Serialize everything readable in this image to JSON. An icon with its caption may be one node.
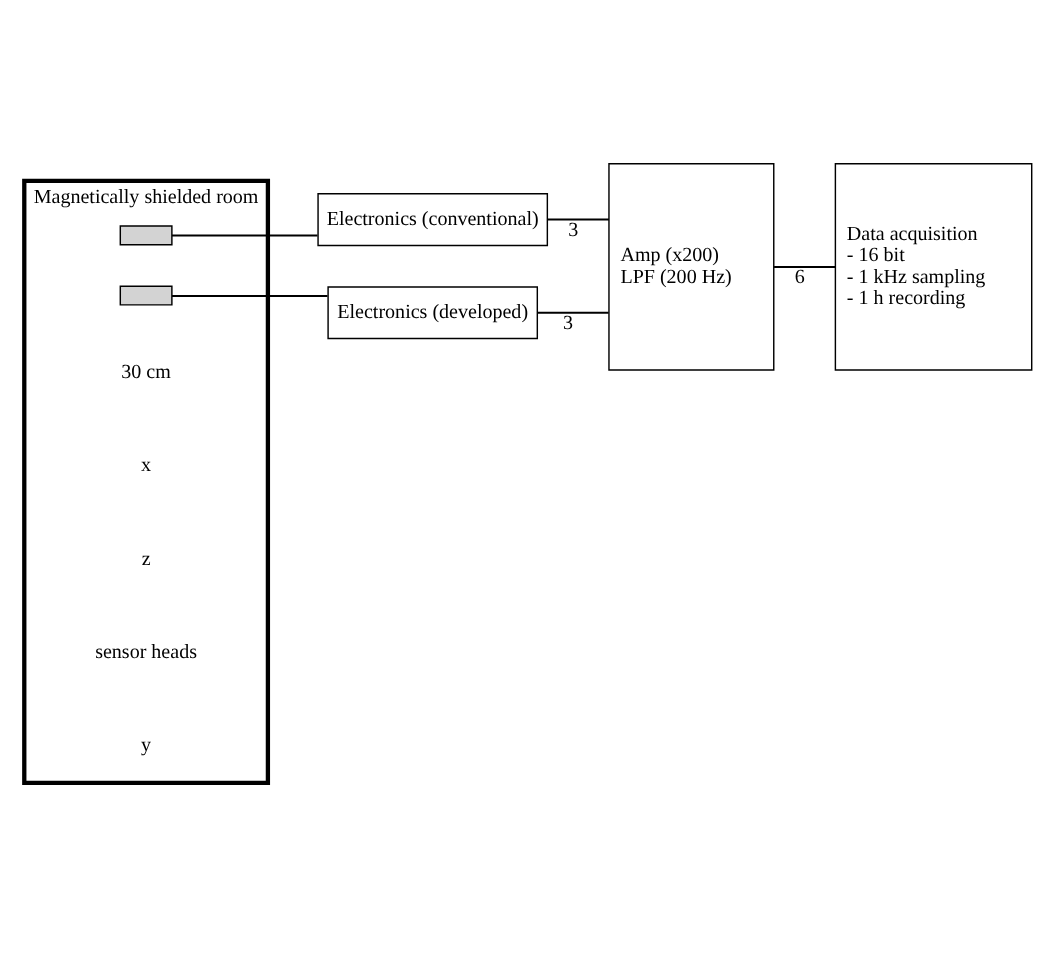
{
  "diagram": {
    "nodes": [
      {
        "text": [
          "Magnetically shielded room"
        ]
      },
      {
        "text": [],
        "shape": "box",
        "in": 0
      },
      {
        "text": [],
        "shape": "box",
        "in": 0
      },
      {
        "text": [
          "Electronics (conventional)"
        ]
      },
      {
        "text": [
          "Electronics (developed)"
        ]
      },
      {
        "text": [
          "Amp (x200)",
          "LPF (200 Hz)"
        ]
      },
      {
        "text": [
          "Data acquisition",
          "- 16 bit",
          "- 1 kHz sampling",
          "- 1 h recording"
        ]
      }
    ],
    "edges": [
      {
        "from": 1,
        "to": 3,
        "arrow": "none"
      },
      {
        "from": 2,
        "to": 4,
        "arrow": "none"
      },
      {
        "from": 3,
        "to": 5,
        "arrow": "none",
        "label": "3"
      },
      {
        "from": 4,
        "to": 5,
        "arrow": "none",
        "label": "3"
      },
      {
        "from": 5,
        "to": 6,
        "arrow": "none",
        "label": "6"
      }
    ],
    "labels": [
      "30 cm",
      "x",
      "z",
      "sensor heads",
      "y"
    ]
  }
}
